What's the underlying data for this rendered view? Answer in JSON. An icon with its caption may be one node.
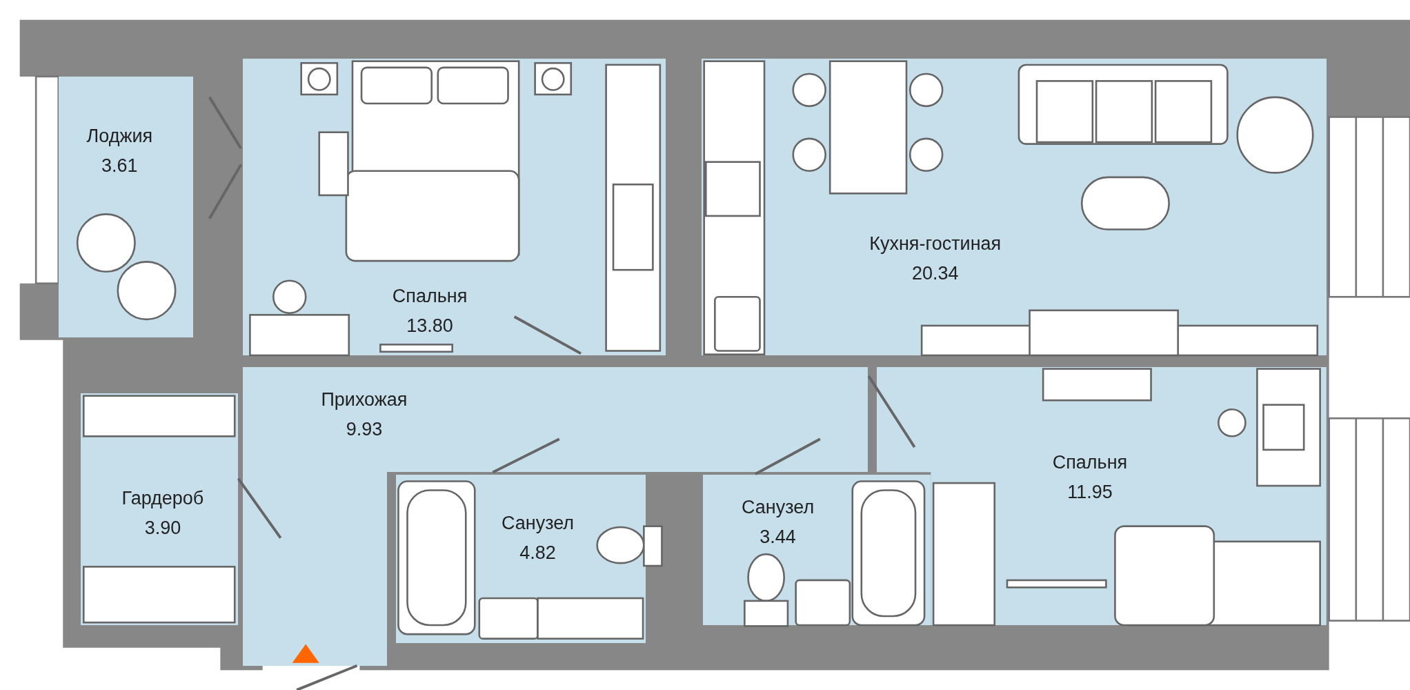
{
  "diagram": {
    "nodes": [
      {
        "text": [
          "Лоджия",
          "3.61"
        ]
      },
      {
        "text": [
          "Спальня",
          "13.80"
        ]
      },
      {
        "text": [
          "Кухня-гостиная",
          "20.34"
        ]
      },
      {
        "text": [
          "Прихожая",
          "9.93"
        ]
      },
      {
        "text": [
          "Гардероб",
          "3.90"
        ]
      },
      {
        "text": [
          "Санузел",
          "4.82"
        ]
      },
      {
        "text": [
          "Санузел",
          "3.44"
        ]
      },
      {
        "text": [
          "Спальня",
          "11.95"
        ]
      }
    ]
  }
}
